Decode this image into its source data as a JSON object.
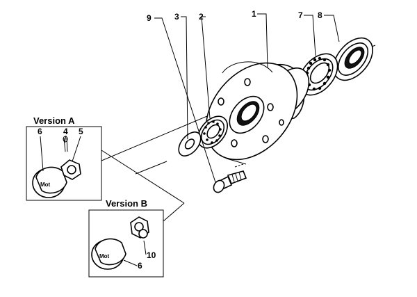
{
  "callouts": {
    "c1": "1",
    "c2": "2",
    "c3": "3",
    "c4": "4",
    "c5": "5",
    "c6a": "6",
    "c6b": "6",
    "c7": "7",
    "c8": "8",
    "c9": "9",
    "c10": "10"
  },
  "insets": {
    "version_a": "Version A",
    "version_b": "Version B"
  },
  "cap_logo_text": "Mot"
}
